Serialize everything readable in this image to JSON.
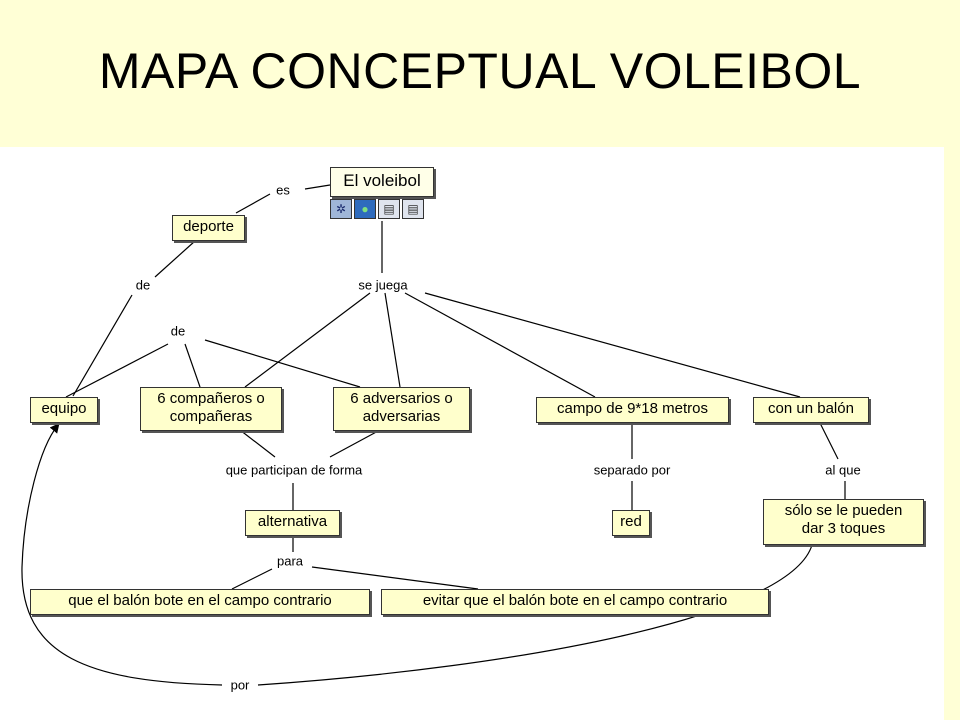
{
  "title": "MAPA CONCEPTUAL VOLEIBOL",
  "concepts": {
    "voleibol": "El voleibol",
    "deporte": "deporte",
    "equipo": "equipo",
    "companeros": [
      "6 compañeros o",
      "compañeras"
    ],
    "adversarios": [
      "6 adversarios o",
      "adversarias"
    ],
    "campo": "campo de 9*18 metros",
    "balon": "con un balón",
    "alternativa": "alternativa",
    "red": "red",
    "toques": [
      "sólo se le pueden",
      "dar 3 toques"
    ],
    "bote": "que el balón bote en el campo contrario",
    "evitar": "evitar que el balón bote en el campo contrario"
  },
  "linking_phrases": {
    "es": "es",
    "de1": "de",
    "se_juega": "se juega",
    "de2": "de",
    "participan": "que participan de forma",
    "separado": "separado por",
    "al_que": "al que",
    "para": "para",
    "por": "por"
  },
  "icons": [
    "concept-map-icon",
    "globe-icon",
    "document-icon",
    "document-icon"
  ]
}
